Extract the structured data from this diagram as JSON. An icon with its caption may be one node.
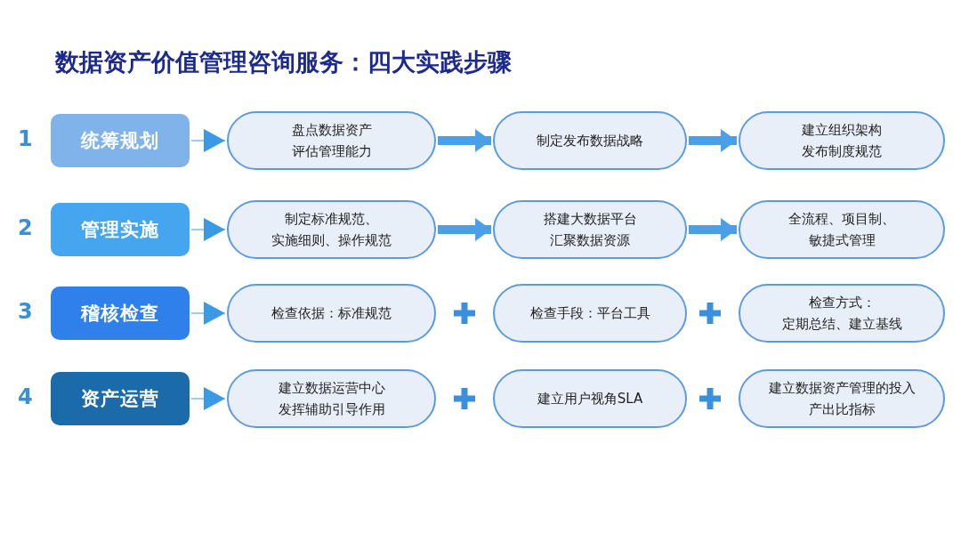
{
  "diagram": {
    "title": "数据资产价值管理咨询服务：四大实践步骤",
    "nodes": [
      {
        "text": [
          "统筹规划"
        ],
        "beside": [
          "1"
        ]
      },
      {
        "text": [
          "盘点数据资产评估管理能力"
        ]
      },
      {
        "text": [
          "制定发布数据战略"
        ]
      },
      {
        "text": [
          "建立组织架构发布制度规范"
        ]
      },
      {
        "text": [
          "管理实施"
        ],
        "beside": [
          "2"
        ]
      },
      {
        "text": [
          "制定标准规范、实施细则、操作规范"
        ]
      },
      {
        "text": [
          "搭建大数据平台汇聚数据资源"
        ]
      },
      {
        "text": [
          "全流程、项目制、敏捷式管理"
        ]
      },
      {
        "text": [
          "稽核检查"
        ],
        "beside": [
          "3"
        ]
      },
      {
        "text": [
          "检查依据：标准规范"
        ]
      },
      {
        "text": [
          "检查手段：平台工具"
        ]
      },
      {
        "text": [
          "检查方式：定期总结、建立基线"
        ]
      },
      {
        "text": [
          "资产运营"
        ],
        "beside": [
          "4"
        ]
      },
      {
        "text": [
          "建立数据运营中心发挥辅助引导作用"
        ]
      },
      {
        "text": [
          "建立用户视角SLA"
        ]
      },
      {
        "text": [
          "建立数据资产管理的投入产出比指标"
        ]
      }
    ],
    "edges": [
      {
        "from": 0,
        "to": 1,
        "arrow": "to"
      },
      {
        "from": 1,
        "to": 2,
        "arrow": "to",
        "style": "thick"
      },
      {
        "from": 2,
        "to": 3,
        "arrow": "to",
        "style": "thick"
      },
      {
        "from": 4,
        "to": 5,
        "arrow": "to"
      },
      {
        "from": 5,
        "to": 6,
        "arrow": "to",
        "style": "thick"
      },
      {
        "from": 6,
        "to": 7,
        "arrow": "to",
        "style": "thick"
      },
      {
        "from": 8,
        "to": 9,
        "arrow": "to"
      },
      {
        "from": 12,
        "to": 13,
        "arrow": "to"
      }
    ]
  }
}
